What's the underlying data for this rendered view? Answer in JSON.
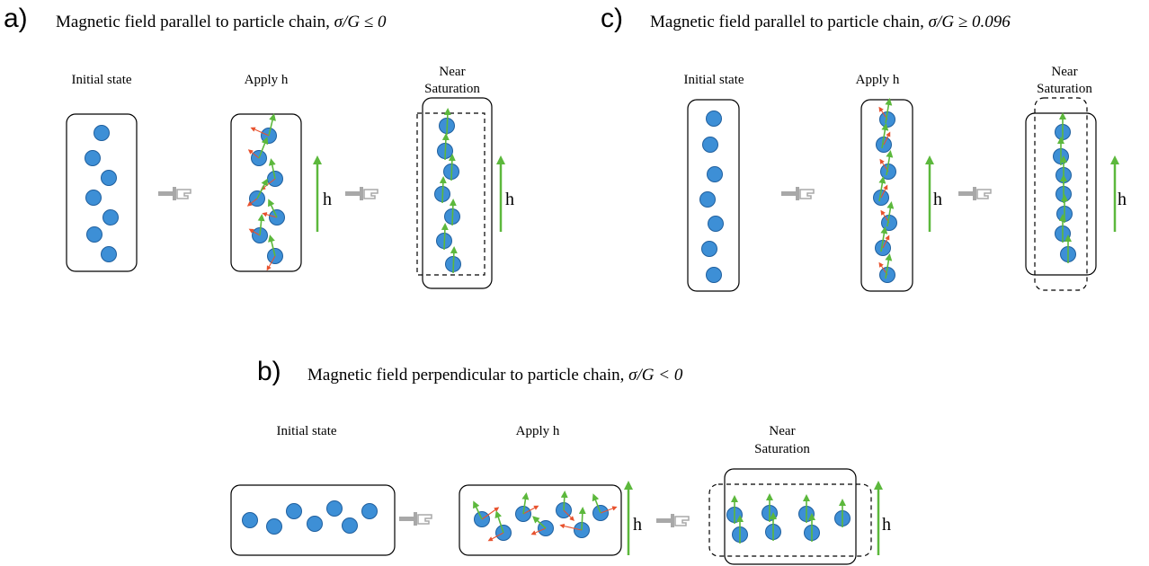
{
  "panels": [
    {
      "id": "a",
      "label": "a)",
      "title": "Magnetic field parallel to particle chain, ",
      "condition": "σ/G ≤ 0",
      "stages": {
        "initial": "Initial state",
        "apply": "Apply h",
        "near_line1": "Near",
        "near_line2": "Saturation"
      },
      "field_label": "h"
    },
    {
      "id": "c",
      "label": "c)",
      "title": "Magnetic field parallel to particle chain, ",
      "condition": "σ/G ≥ 0.096",
      "stages": {
        "initial": "Initial state",
        "apply": "Apply h",
        "near_line1": "Near",
        "near_line2": "Saturation"
      },
      "field_label": "h"
    },
    {
      "id": "b",
      "label": "b)",
      "title": "Magnetic field perpendicular to particle chain, ",
      "condition": "σ/G < 0",
      "stages": {
        "initial": "Initial state",
        "apply": "Apply h",
        "near_line1": "Near",
        "near_line2": "Saturation"
      },
      "field_label": "h"
    }
  ],
  "colors": {
    "particle_fill": "#3d8fd6",
    "particle_stroke": "#1f5f9e",
    "field_arrow": "#5cb83c",
    "moment_arrow": "#e8522e",
    "transition_arrow": "#a8a8a8",
    "border": "#000000"
  },
  "icons": {
    "transition": "pointing-hand-arrow-icon",
    "field": "up-arrow-icon"
  }
}
